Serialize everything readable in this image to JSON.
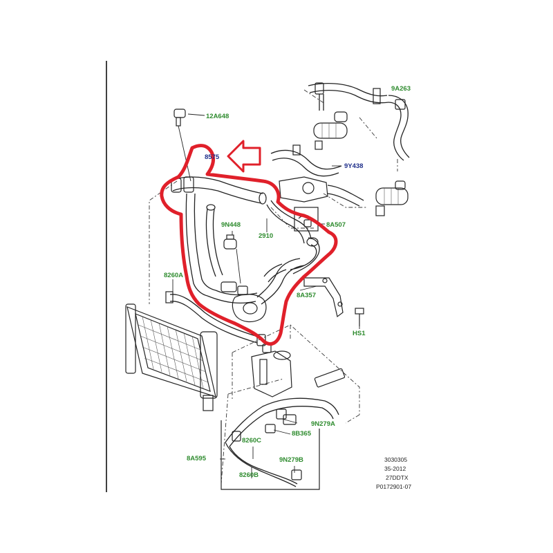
{
  "colors": {
    "part_label": "#2e8b2e",
    "highlight_label": "#1f2f8a",
    "highlight_outline": "#e0202a",
    "line": "#222222"
  },
  "labels": {
    "l_12A648": "12A648",
    "l_8575": "8575",
    "l_9Y438": "9Y438",
    "l_9A263": "9A263",
    "l_9N448": "9N448",
    "l_2910": "2910",
    "l_8A507": "8A507",
    "l_8260A": "8260A",
    "l_8A357": "8A357",
    "l_HS1": "HS1",
    "l_9N279A": "9N279A",
    "l_8B365": "8B365",
    "l_8260C": "8260C",
    "l_8A595": "8A595",
    "l_9N279B": "9N279B",
    "l_8260B": "8260B"
  },
  "reference": {
    "line1": "3030305",
    "line2": "35-2012",
    "line3": "27DDTX",
    "line4": "P0172901-07"
  },
  "annotations": {
    "arrow_icon": "hollow-arrow-left",
    "outline": "hand-drawn-red-highlight"
  }
}
